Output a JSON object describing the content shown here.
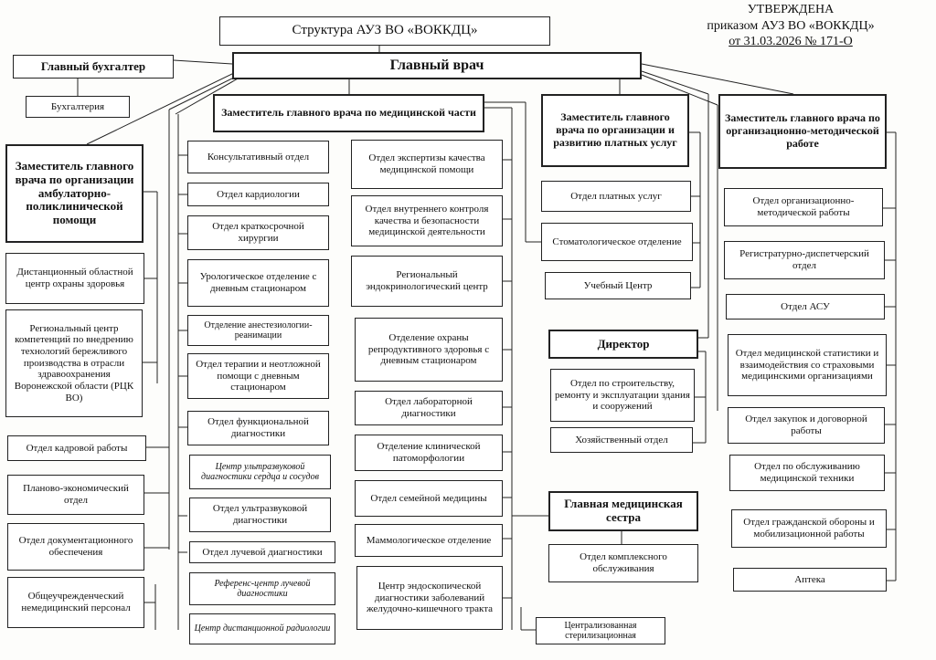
{
  "approval": {
    "line1": "УТВЕРЖДЕНА",
    "line2": "приказом АУЗ ВО «ВОККДЦ»",
    "line3": "от 31.03.2026 № 171-О"
  },
  "title": "Структура АУЗ ВО «ВОККДЦ»",
  "head": {
    "chief_doctor": "Главный врач",
    "chief_accountant": "Главный бухгалтер",
    "accounting": "Бухгалтерия"
  },
  "outpatient": {
    "deputy": "Заместитель главного врача по организации амбулаторно-поликлинической помощи",
    "units": [
      "Дистанционный областной центр охраны здоровья",
      "Региональный центр компетенций по внедрению технологий бережливого производства в отрасли здравоохранения Воронежской области (РЦК ВО)"
    ]
  },
  "left_units": [
    "Отдел кадровой работы",
    "Планово-экономический отдел",
    "Отдел документационного обеспечения",
    "Общеучрежденческий немедицинский персонал"
  ],
  "medical": {
    "deputy": "Заместитель главного врача по медицинской части",
    "col1": [
      "Консультативный отдел",
      "Отдел кардиологии",
      "Отдел краткосрочной хирургии",
      "Урологическое отделение с дневным стационаром",
      "Отделение анестезиологии-реанимации",
      "Отдел терапии и неотложной помощи с дневным стационаром",
      "Отдел функциональной диагностики",
      "Центр ультразвуковой диагностики сердца и сосудов",
      "Отдел ультразвуковой диагностики",
      "Отдел лучевой диагностики",
      "Референс-центр лучевой диагностики",
      "Центр дистанционной радиологии"
    ],
    "col2": [
      "Отдел экспертизы качества медицинской помощи",
      "Отдел внутреннего контроля качества и безопасности медицинской деятельности",
      "Региональный эндокринологический центр",
      "Отделение охраны репродуктивного здоровья с дневным стационаром",
      "Отдел лабораторной диагностики",
      "Отделение клинической патоморфологии",
      "Отдел семейной медицины",
      "Маммологическое отделение",
      "Центр эндоскопической диагностики заболеваний желудочно-кишечного тракта"
    ]
  },
  "paid": {
    "deputy": "Заместитель главного врача по организации и развитию платных услуг",
    "units": [
      "Отдел платных услуг",
      "Стоматологическое отделение",
      "Учебный Центр"
    ]
  },
  "director": {
    "title": "Директор",
    "units": [
      "Отдел по строительству, ремонту и эксплуатации здания и сооружений",
      "Хозяйственный отдел"
    ]
  },
  "nurse": {
    "title": "Главная медицинская сестра",
    "units": [
      "Отдел комплексного обслуживания",
      "Централизованная стерилизационная"
    ]
  },
  "method": {
    "deputy": "Заместитель главного врача по организационно-методической работе",
    "units": [
      "Отдел организационно-методической работы",
      "Регистратурно-диспетчерский отдел",
      "Отдел АСУ",
      "Отдел медицинской статистики и взаимодействия со страховыми медицинскими организациями",
      "Отдел закупок и договорной работы",
      "Отдел по обслуживанию медицинской техники",
      "Отдел гражданской обороны и мобилизационной работы",
      "Аптека"
    ]
  }
}
